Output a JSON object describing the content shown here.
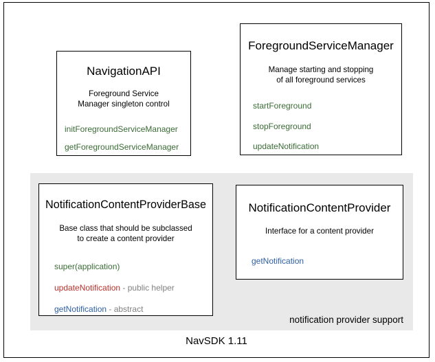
{
  "diagram": {
    "footer_caption": "NavSDK 1.11",
    "group_panel": {
      "label": "notification provider support",
      "background_color": "#e9e9e9"
    },
    "colors": {
      "method_green": "#3a6b35",
      "method_red": "#b8312b",
      "method_blue": "#2e5fa3",
      "annotation_gray": "#808080",
      "border": "#000000"
    },
    "boxes": [
      {
        "id": "navigation-api",
        "title": "NavigationAPI",
        "description_lines": [
          "Foreground Service",
          "Manager singleton control"
        ],
        "methods": [
          {
            "name": "initForegroundServiceManager",
            "color": "green",
            "note": ""
          },
          {
            "name": "getForegroundServiceManager",
            "color": "green",
            "note": ""
          }
        ]
      },
      {
        "id": "foreground-service-manager",
        "title": "ForegroundServiceManager",
        "description_lines": [
          "Manage starting and stopping",
          "of all foreground services"
        ],
        "methods": [
          {
            "name": "startForeground",
            "color": "green",
            "note": ""
          },
          {
            "name": "stopForeground",
            "color": "green",
            "note": ""
          },
          {
            "name": "updateNotification",
            "color": "green",
            "note": ""
          }
        ]
      },
      {
        "id": "notification-content-provider-base",
        "title": "NotificationContentProviderBase",
        "description_lines": [
          "Base class that should be subclassed",
          "to create a content provider"
        ],
        "methods": [
          {
            "name": "super(application)",
            "color": "green",
            "note": ""
          },
          {
            "name": "updateNotification",
            "color": "red",
            "note": " - public helper"
          },
          {
            "name": "getNotification",
            "color": "blue",
            "note": " - abstract"
          }
        ]
      },
      {
        "id": "notification-content-provider",
        "title": "NotificationContentProvider",
        "description_lines": [
          "Interface for a content provider"
        ],
        "methods": [
          {
            "name": "getNotification",
            "color": "blue",
            "note": ""
          }
        ]
      }
    ]
  }
}
